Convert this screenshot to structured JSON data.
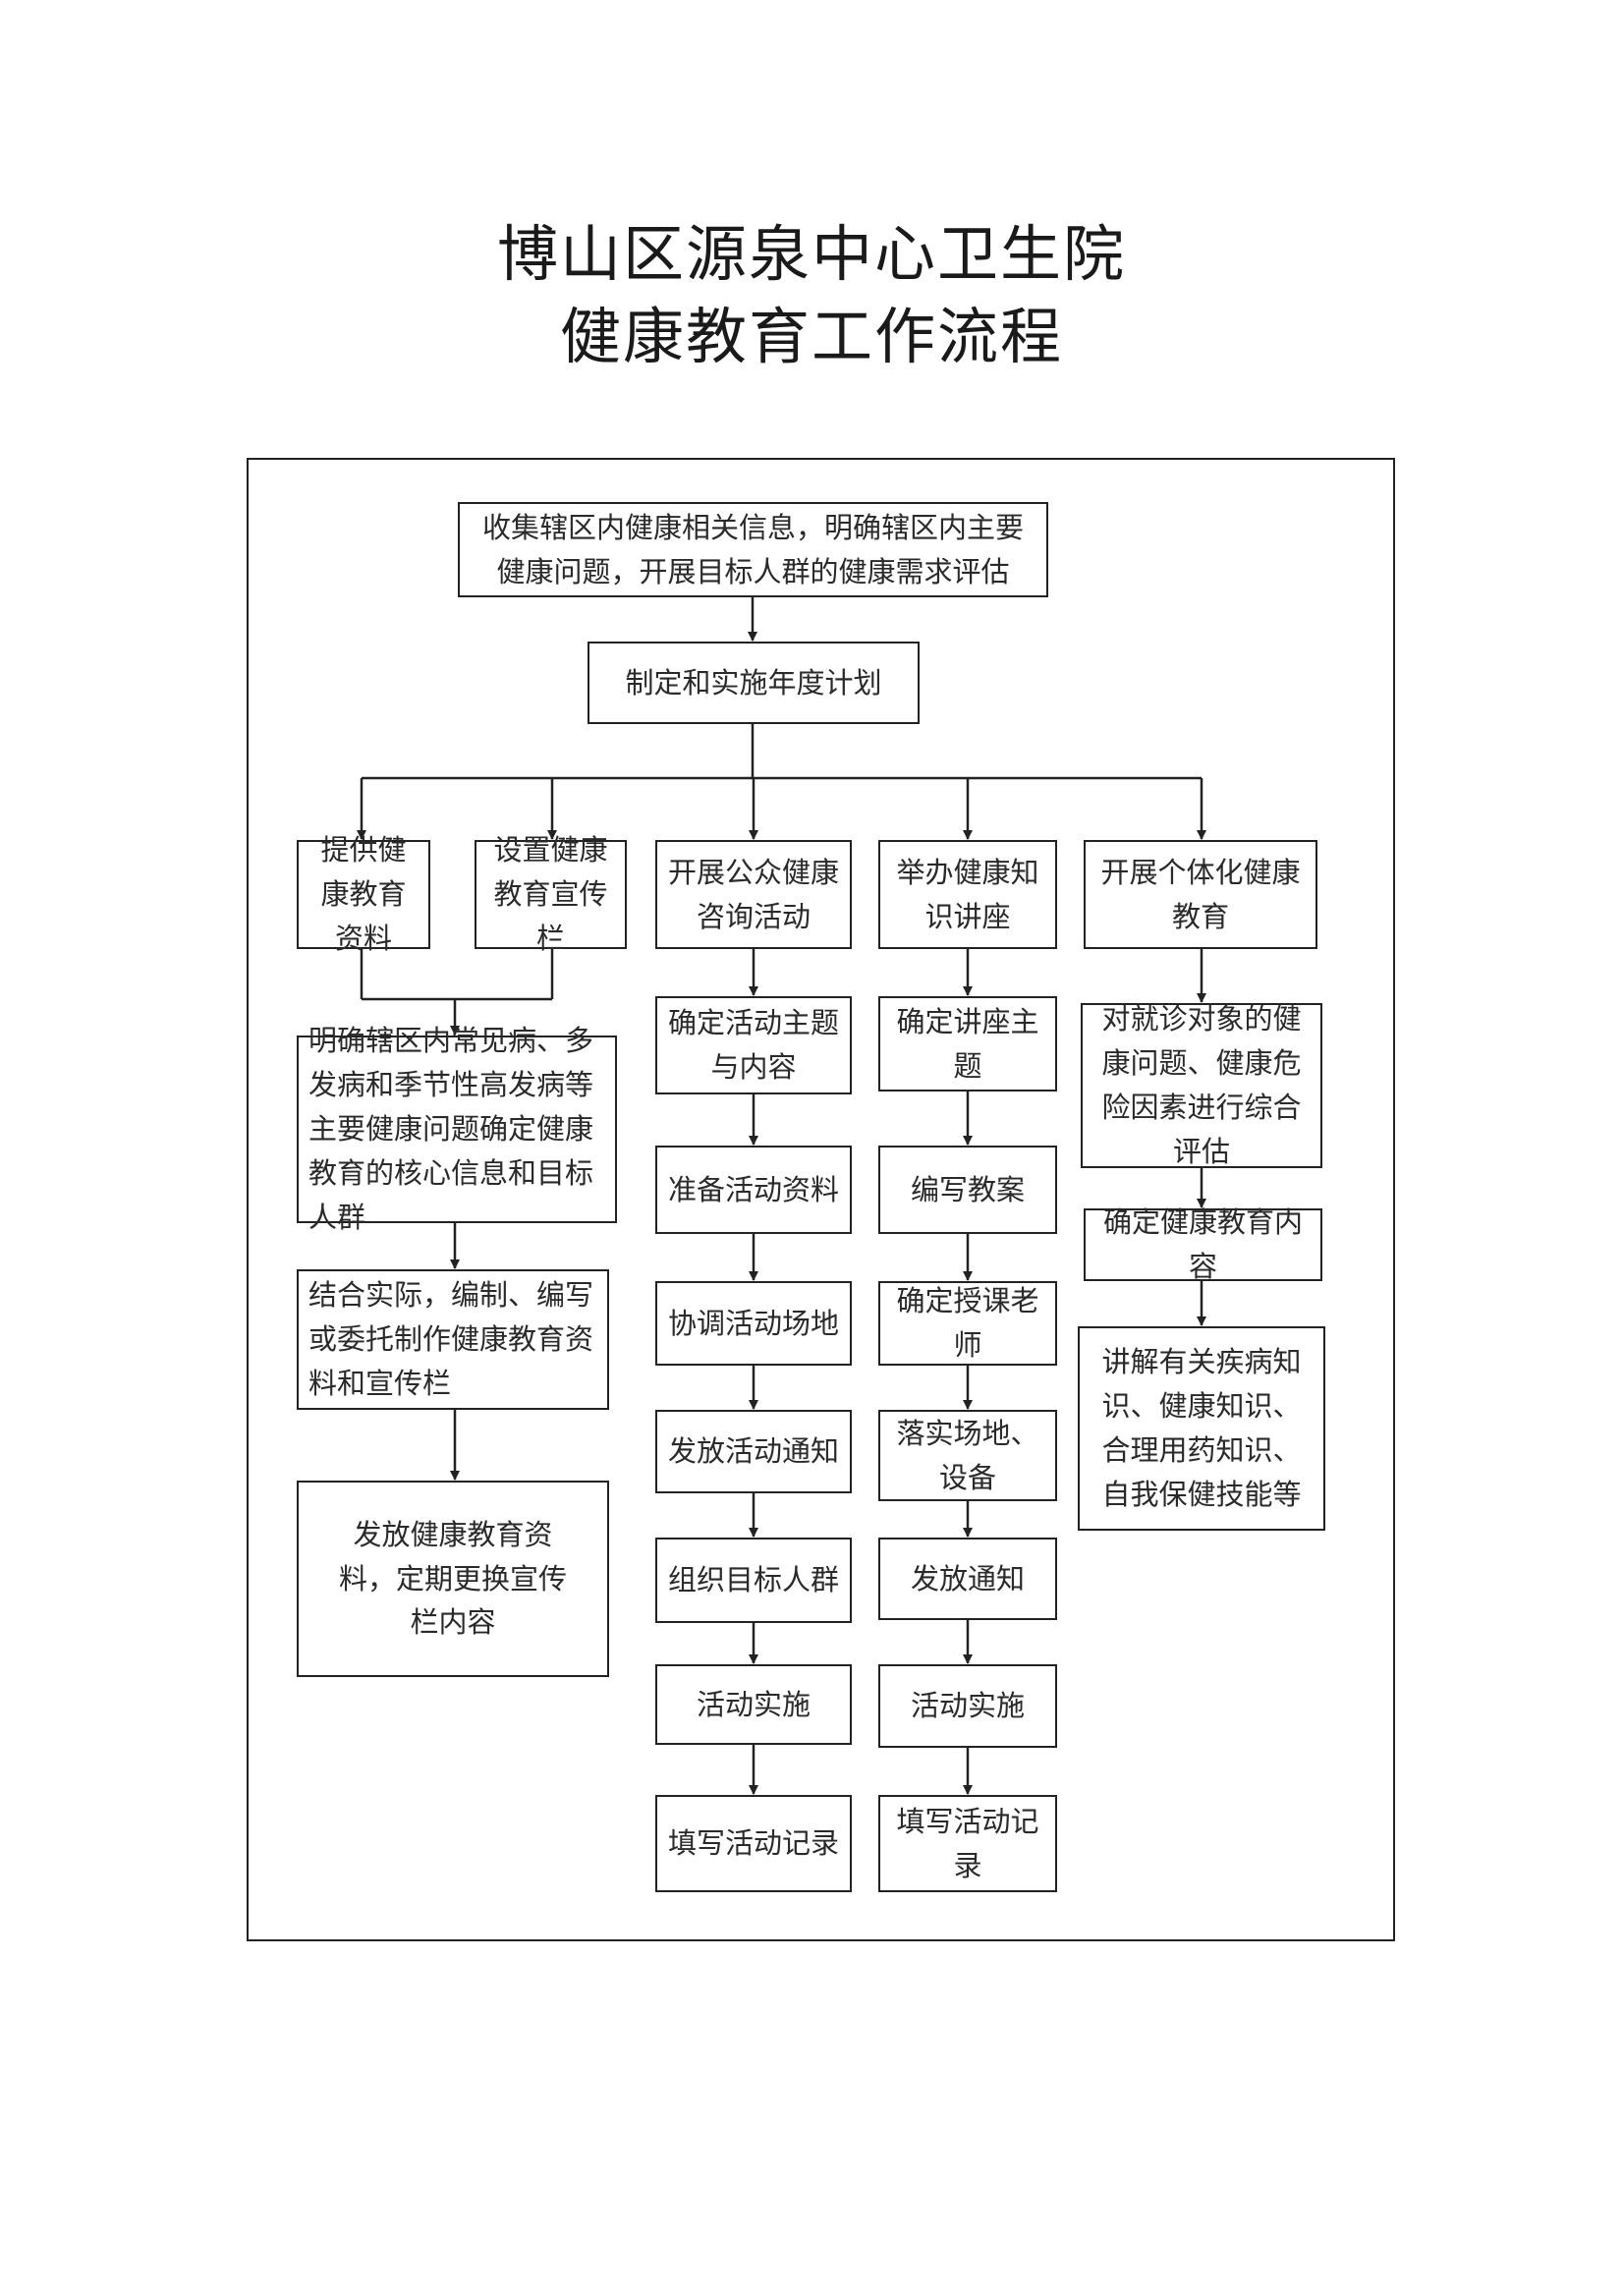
{
  "title": {
    "line1": "博山区源泉中心卫生院",
    "line2": "健康教育工作流程"
  },
  "flow": {
    "top": [
      "收集辖区内健康相关信息，明确辖区内主要健康问题，开展目标人群的健康需求评估",
      "制定和实施年度计划"
    ],
    "branches": {
      "materials": "提供健康教育资料",
      "board": "设置健康教育宣传栏",
      "consult": "开展公众健康咨询活动",
      "lecture": "举办健康知识讲座",
      "personal": "开展个体化健康教育"
    },
    "left_column": [
      "明确辖区内常见病、多发病和季节性高发病等主要健康问题确定健康教育的核心信息和目标人群",
      "结合实际，编制、编写或委托制作健康教育资料和宣传栏",
      "发放健康教育资料，定期更换宣传栏内容"
    ],
    "consult_column": [
      "确定活动主题与内容",
      "准备活动资料",
      "协调活动场地",
      "发放活动通知",
      "组织目标人群",
      "活动实施",
      "填写活动记录"
    ],
    "lecture_column": [
      "确定讲座主题",
      "编写教案",
      "确定授课老师",
      "落实场地、设备",
      "发放通知",
      "活动实施",
      "填写活动记录"
    ],
    "personal_column": [
      "对就诊对象的健康问题、健康危险因素进行综合评估",
      "确定健康教育内容",
      "讲解有关疾病知识、健康知识、合理用药知识、自我保健技能等"
    ]
  }
}
